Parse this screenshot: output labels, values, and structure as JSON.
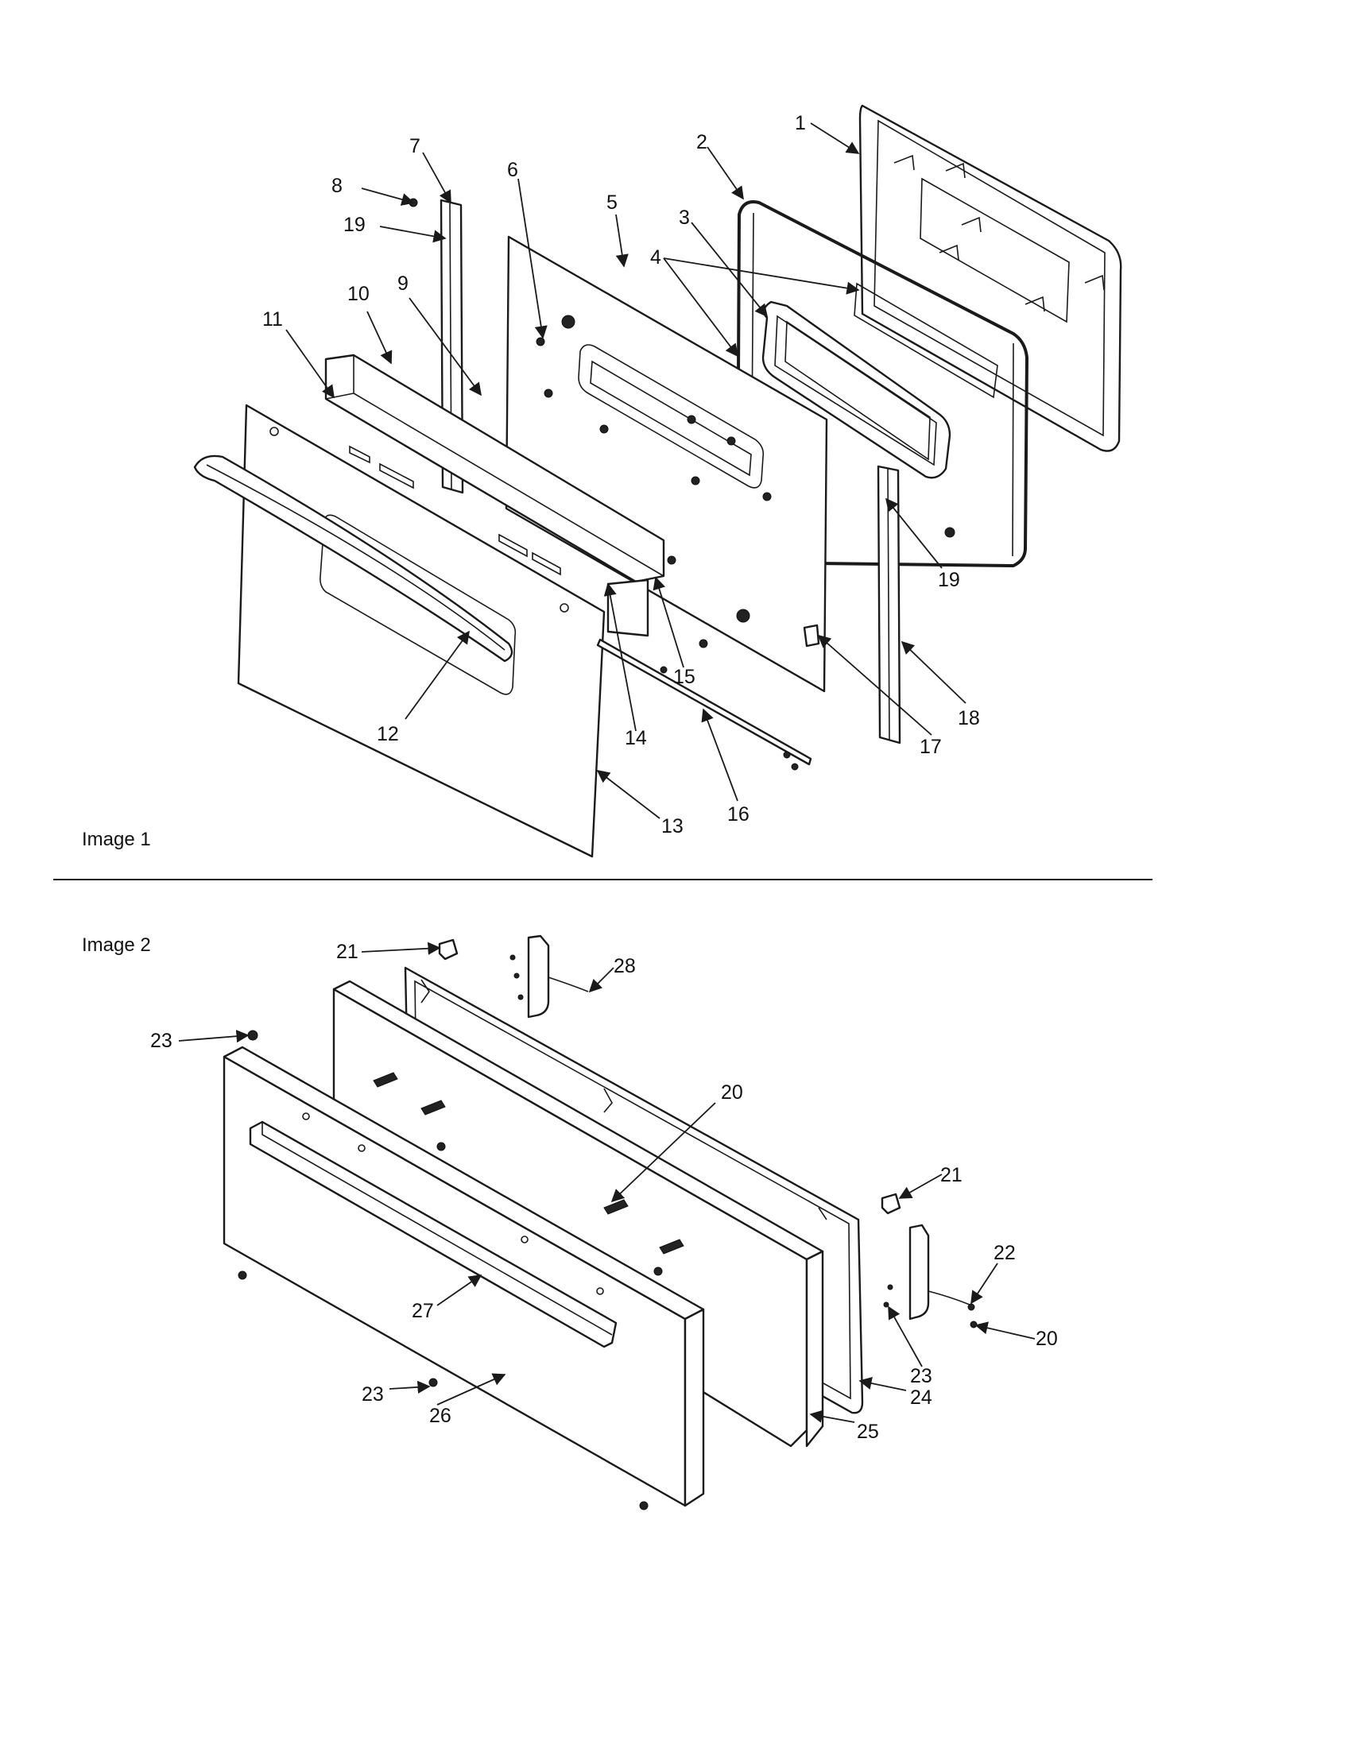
{
  "captions": {
    "image1": "Image 1",
    "image2": "Image 2"
  },
  "callouts": {
    "c1": "1",
    "c2": "2",
    "c3": "3",
    "c4": "4",
    "c5": "5",
    "c6": "6",
    "c7": "7",
    "c8": "8",
    "c9": "9",
    "c10": "10",
    "c11": "11",
    "c12": "12",
    "c13": "13",
    "c14": "14",
    "c15": "15",
    "c16": "16",
    "c17": "17",
    "c18": "18",
    "c19a": "19",
    "c19b": "19",
    "c20a": "20",
    "c20b": "20",
    "c21a": "21",
    "c21b": "21",
    "c22": "22",
    "c23a": "23",
    "c23b": "23",
    "c23c": "23",
    "c24": "24",
    "c25": "25",
    "c26": "26",
    "c27": "27",
    "c28": "28"
  },
  "colors": {
    "line": "#1a1a1a",
    "background": "#ffffff"
  }
}
